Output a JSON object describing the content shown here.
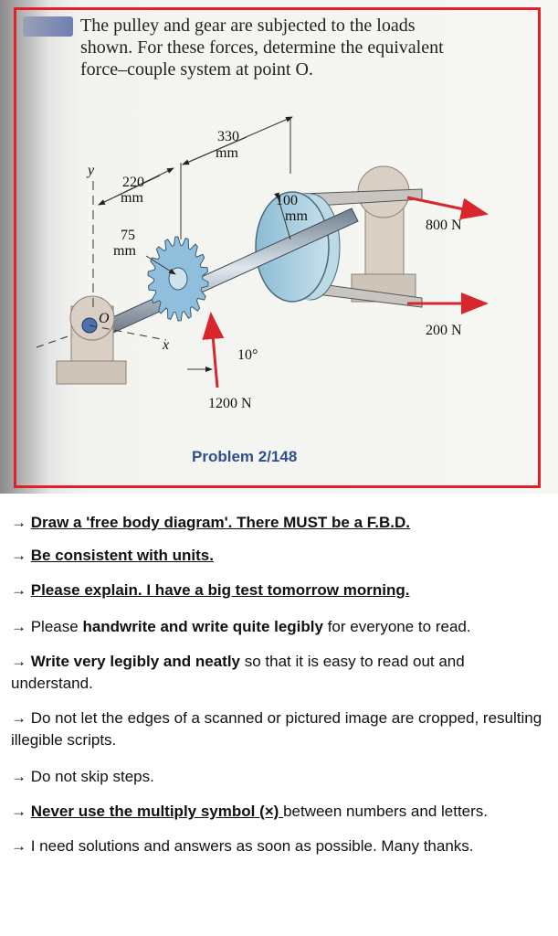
{
  "problem": {
    "statement": "The pulley and gear are subjected to the loads shown. For these forces, determine the equivalent force–couple system at point O.",
    "statement_lines": [
      "The pulley and gear are subjected to the loads",
      "shown. For these forces, determine the equivalent",
      "force–couple system at point O."
    ],
    "caption": "Problem 2/148"
  },
  "figure": {
    "dim_330": "330",
    "unit_330": "mm",
    "dim_220": "220",
    "unit_220": "mm",
    "dim_100": "100",
    "unit_100": "mm",
    "dim_75": "75",
    "unit_75": "mm",
    "axis_y": "y",
    "axis_x": "x",
    "point_o": "O",
    "load_800": "800 N",
    "load_200": "200 N",
    "load_1200": "1200 N",
    "angle": "10°"
  },
  "requests": [
    {
      "segments": [
        {
          "t": "→ ",
          "s": "plain"
        },
        {
          "t": "Draw a 'free body diagram'. There MUST be a F.B.D.",
          "s": "bu"
        }
      ]
    },
    {
      "segments": [
        {
          "t": "→ ",
          "s": "plain"
        },
        {
          "t": "Be consistent with units.",
          "s": "bu"
        }
      ]
    },
    {
      "segments": [
        {
          "t": "→ ",
          "s": "plain"
        },
        {
          "t": "Please explain. I have a big test tomorrow morning.",
          "s": "bu"
        }
      ]
    },
    {
      "segments": [
        {
          "t": "→ Please ",
          "s": "plain"
        },
        {
          "t": "handwrite and write quite legibly",
          "s": "b"
        },
        {
          "t": " for everyone to read.",
          "s": "plain"
        }
      ]
    },
    {
      "segments": [
        {
          "t": "→ ",
          "s": "plain"
        },
        {
          "t": "Write very legibly and neatly",
          "s": "b"
        },
        {
          "t": " so that it is easy to read out and understand.",
          "s": "plain"
        }
      ]
    },
    {
      "segments": [
        {
          "t": "→ Do not let the edges of a scanned or pictured image are cropped, resulting illegible scripts.",
          "s": "plain"
        }
      ]
    },
    {
      "segments": [
        {
          "t": "→ Do not skip steps.",
          "s": "plain"
        }
      ]
    },
    {
      "segments": [
        {
          "t": "→ ",
          "s": "plain"
        },
        {
          "t": "Never use the multiply symbol (×) ",
          "s": "bu"
        },
        {
          "t": "between numbers and letters.",
          "s": "plain"
        }
      ]
    },
    {
      "segments": [
        {
          "t": "→ I need solutions and answers as soon as possible. Many thanks.",
          "s": "plain"
        }
      ]
    }
  ],
  "colors": {
    "frame": "#e0202a",
    "arrow": "#d8262c",
    "caption": "#2f4f8a",
    "pulley": "#9fc8dc",
    "gear": "#8fbfdc"
  }
}
